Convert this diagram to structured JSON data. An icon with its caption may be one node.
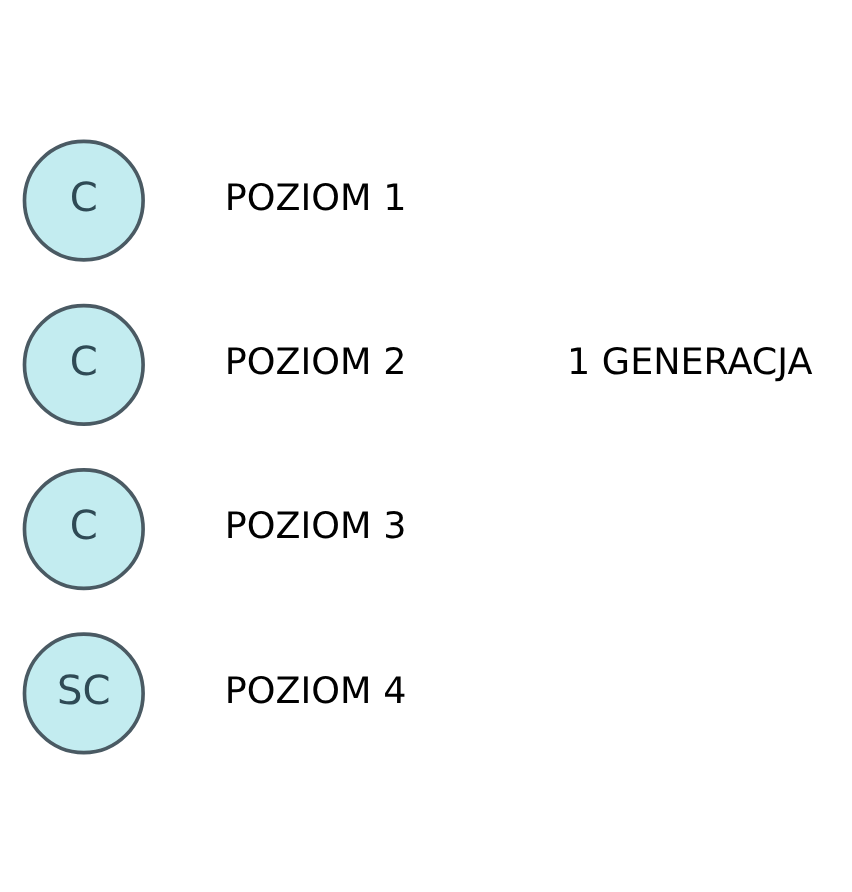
{
  "diagram": {
    "nodes": [
      {
        "text": [
          "C"
        ],
        "beside": [
          "POZIOM 1"
        ]
      },
      {
        "text": [
          "C"
        ],
        "beside": [
          "POZIOM 2"
        ]
      },
      {
        "text": [
          "C"
        ],
        "beside": [
          "POZIOM 3"
        ]
      },
      {
        "text": [
          "SC"
        ],
        "beside": [
          "POZIOM 4"
        ]
      }
    ],
    "edges": [],
    "labels": [
      "1 GENERACJA"
    ]
  }
}
